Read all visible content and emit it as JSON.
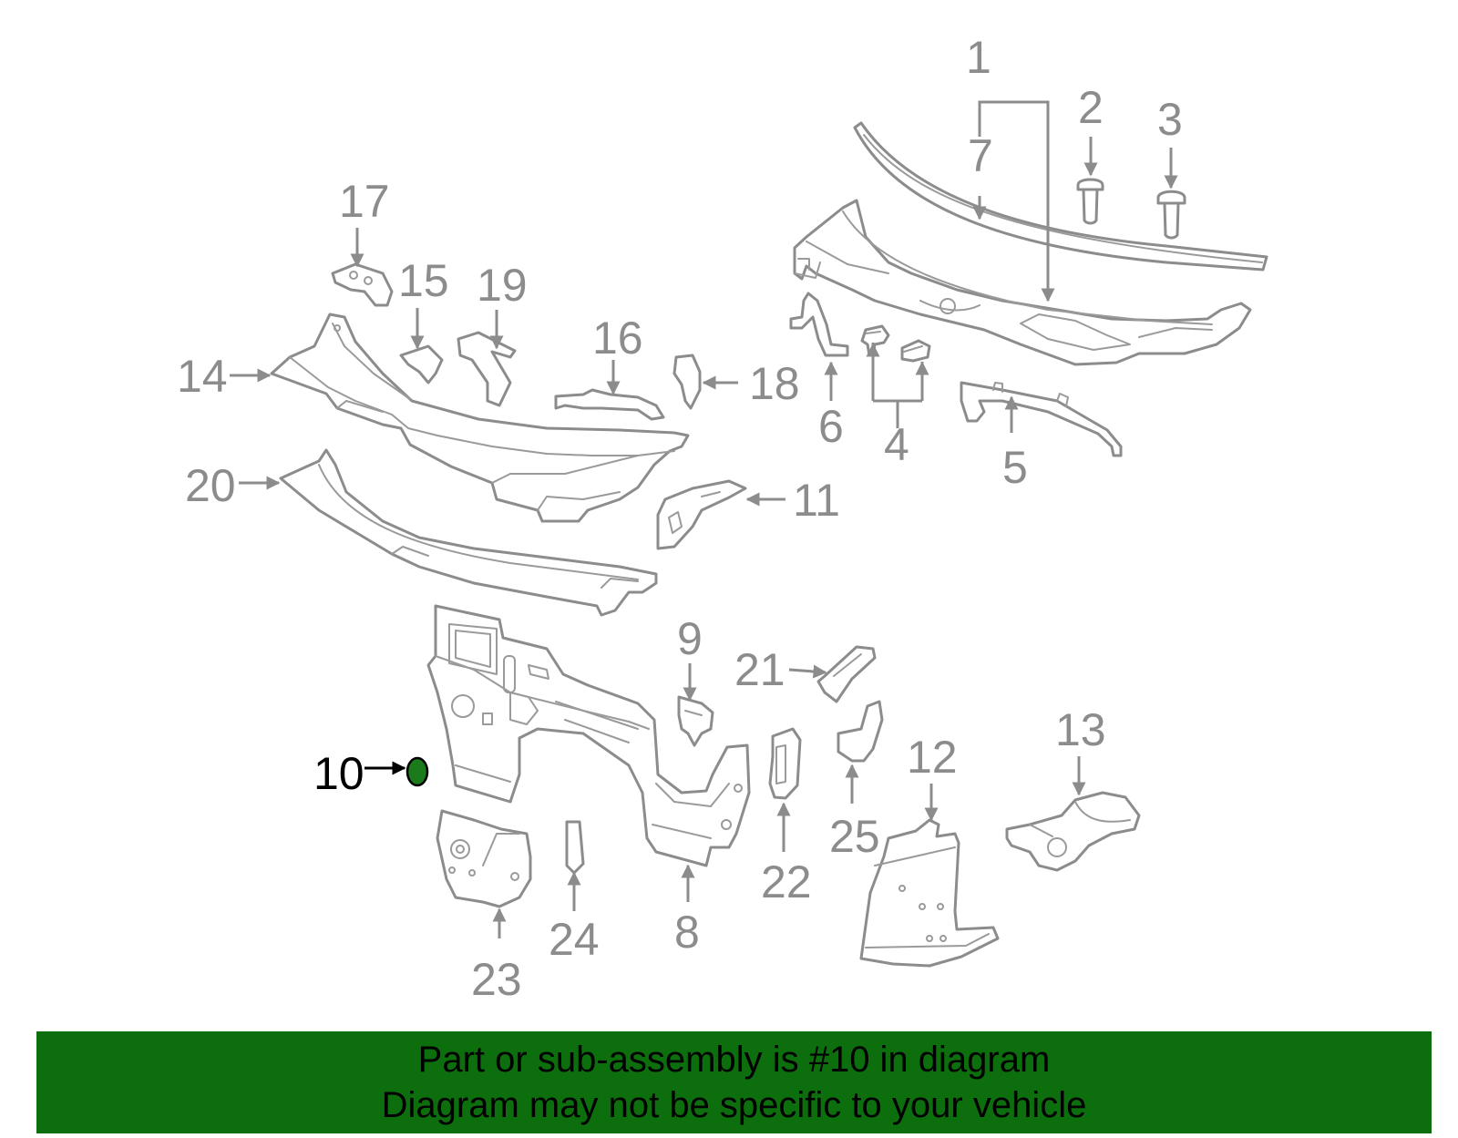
{
  "callouts": {
    "c1": "1",
    "c2": "2",
    "c3": "3",
    "c4": "4",
    "c5": "5",
    "c6": "6",
    "c7": "7",
    "c8": "8",
    "c9": "9",
    "c10": "10",
    "c11": "11",
    "c12": "12",
    "c13": "13",
    "c14": "14",
    "c15": "15",
    "c16": "16",
    "c17": "17",
    "c18": "18",
    "c19": "19",
    "c20": "20",
    "c21": "21",
    "c22": "22",
    "c23": "23",
    "c24": "24",
    "c25": "25"
  },
  "footer": {
    "line1": "Part or sub-assembly is #10 in diagram",
    "line2": "Diagram may not be specific to your vehicle"
  },
  "colors": {
    "banner": "#0d6e0d",
    "highlight_part": "#1b7a1b",
    "line_art": "#8c8c8c",
    "highlight_label": "#000000"
  }
}
